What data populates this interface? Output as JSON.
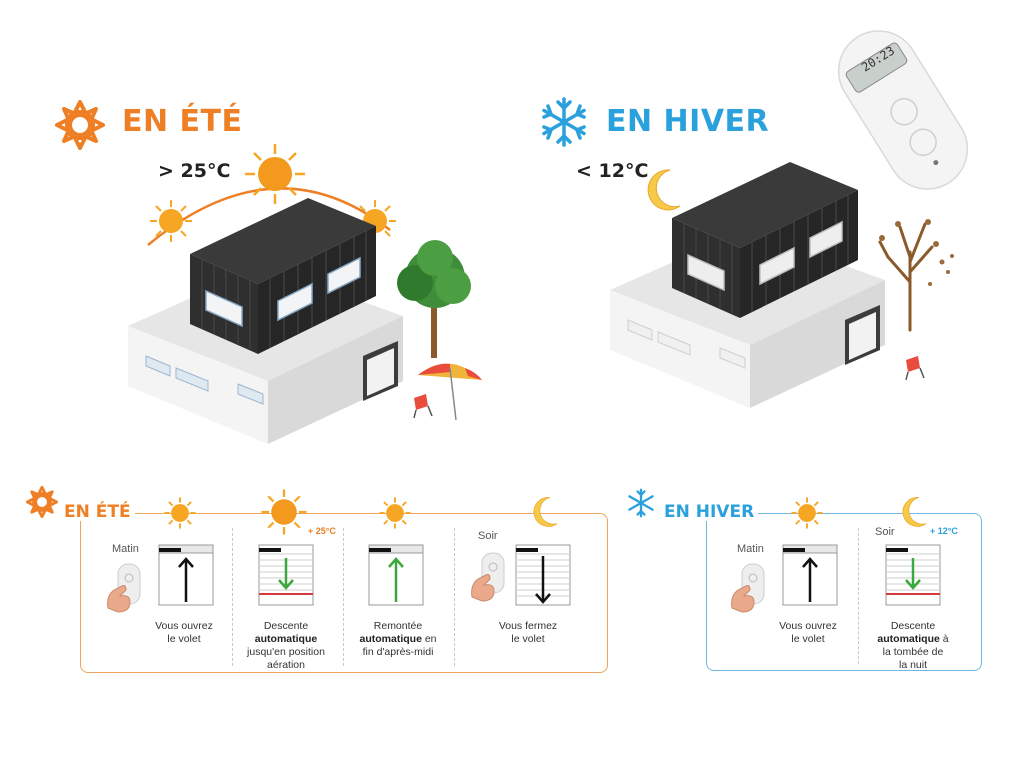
{
  "summer": {
    "title": "EN ÉTÉ",
    "temp": "> 25°C",
    "colors": {
      "accent": "#ee7f24",
      "sun": "#f6a623"
    }
  },
  "winter": {
    "title": "EN HIVER",
    "temp": "< 12°C",
    "colors": {
      "accent": "#2aa0dc"
    }
  },
  "remote": {
    "display": "20:23"
  },
  "summer_panel": {
    "title": "EN ÉTÉ",
    "threshold": "+ 25°C",
    "morning_label": "Matin",
    "evening_label": "Soir",
    "steps": [
      {
        "line1": "Vous ouvrez",
        "line2": "le volet",
        "line3": "",
        "line4": ""
      },
      {
        "line1": "Descente",
        "line2": "automatique",
        "line3": "jusqu'en position",
        "line4": "aération"
      },
      {
        "line1": "Remontée",
        "line2": "automatique",
        "line2_suffix": " en",
        "line3": "fin d'après-midi",
        "line4": ""
      },
      {
        "line1": "Vous fermez",
        "line2": "le volet",
        "line3": "",
        "line4": ""
      }
    ]
  },
  "winter_panel": {
    "title": "EN HIVER",
    "threshold": "+ 12°C",
    "morning_label": "Matin",
    "evening_label": "Soir",
    "steps": [
      {
        "line1": "Vous ouvrez",
        "line2": "le volet"
      },
      {
        "line1": "Descente",
        "line2": "automatique",
        "line2_suffix": " à",
        "line3": "la tombée de",
        "line4": "la nuit"
      }
    ]
  }
}
